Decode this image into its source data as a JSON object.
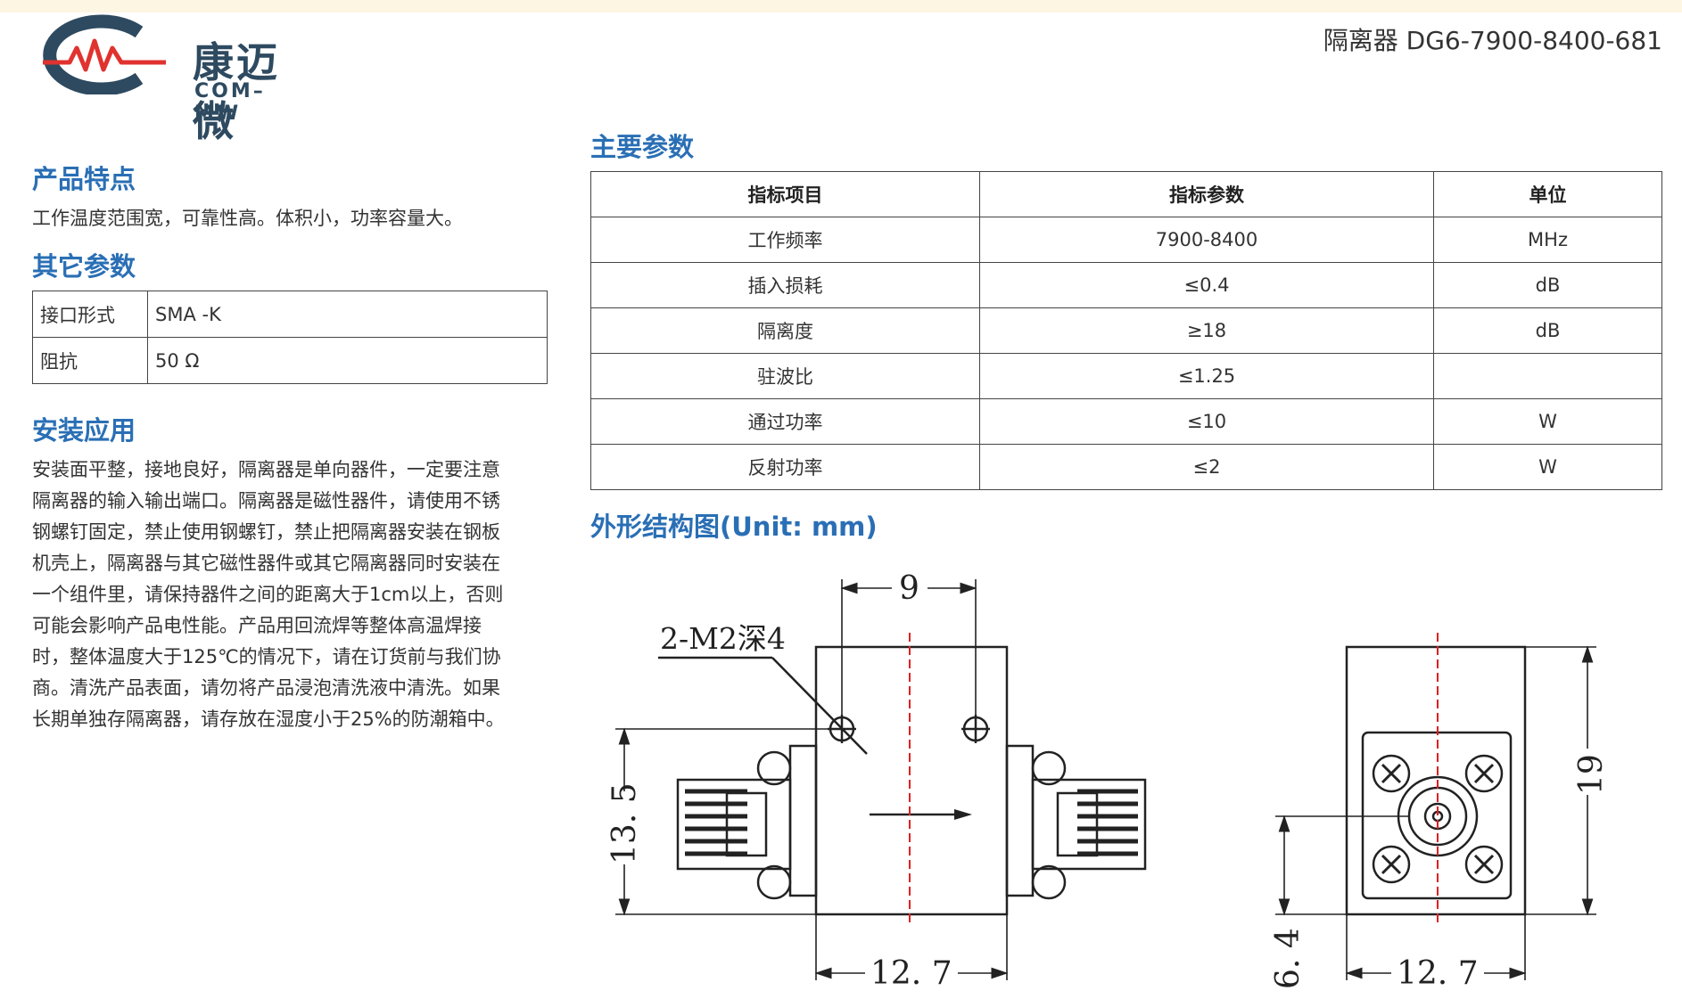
{
  "brand": {
    "name_cn": "康迈微",
    "name_en": "COM–MW"
  },
  "product_title": "隔离器 DG6-7900-8400-681",
  "features": {
    "heading": "产品特点",
    "text": "工作温度范围宽，可靠性高。体积小，功率容量大。"
  },
  "other_params": {
    "heading": "其它参数",
    "rows": [
      {
        "label": "接口形式",
        "value": "SMA -K"
      },
      {
        "label": "阻抗",
        "value": "50 Ω"
      }
    ]
  },
  "install": {
    "heading": "安装应用",
    "lines": [
      "安装面平整，接地良好，隔离器是单向器件，一定要注意",
      "隔离器的输入输出端口。隔离器是磁性器件，请使用不锈",
      "钢螺钉固定，禁止使用钢螺钉，禁止把隔离器安装在钢板",
      "机壳上，隔离器与其它磁性器件或其它隔离器同时安装在",
      "一个组件里，请保持器件之间的距离大于1cm以上，否则",
      "可能会影响产品电性能。产品用回流焊等整体高温焊接",
      "时，整体温度大于125℃的情况下，请在订货前与我们协",
      "商。清洗产品表面，请勿将产品浸泡清洗液中清洗。如果",
      "长期单独存隔离器，请存放在湿度小于25%的防潮箱中。"
    ]
  },
  "main_params": {
    "heading": "主要参数",
    "headers": [
      "指标项目",
      "指标参数",
      "单位"
    ],
    "rows": [
      [
        "工作频率",
        "7900-8400",
        "MHz"
      ],
      [
        "插入损耗",
        "≤0.4",
        "dB"
      ],
      [
        "隔离度",
        "≥18",
        "dB"
      ],
      [
        "驻波比",
        "≤1.25",
        ""
      ],
      [
        "通过功率",
        "≤10",
        "W"
      ],
      [
        "反射功率",
        "≤2",
        "W"
      ]
    ]
  },
  "outline": {
    "heading": "外形结构图(Unit: mm)",
    "labels": {
      "hole_note": "2-M2深4",
      "top_width": "9",
      "left_height": "13. 5",
      "bottom_width": "12. 7",
      "right_height": "19",
      "right_offset": "6. 4",
      "right_bottom_width": "12. 7"
    }
  },
  "colors": {
    "heading_blue": "#2a6fb5",
    "logo_dark": "#2e4a60",
    "logo_red": "#e0322f",
    "centerline_red": "#e02020"
  }
}
